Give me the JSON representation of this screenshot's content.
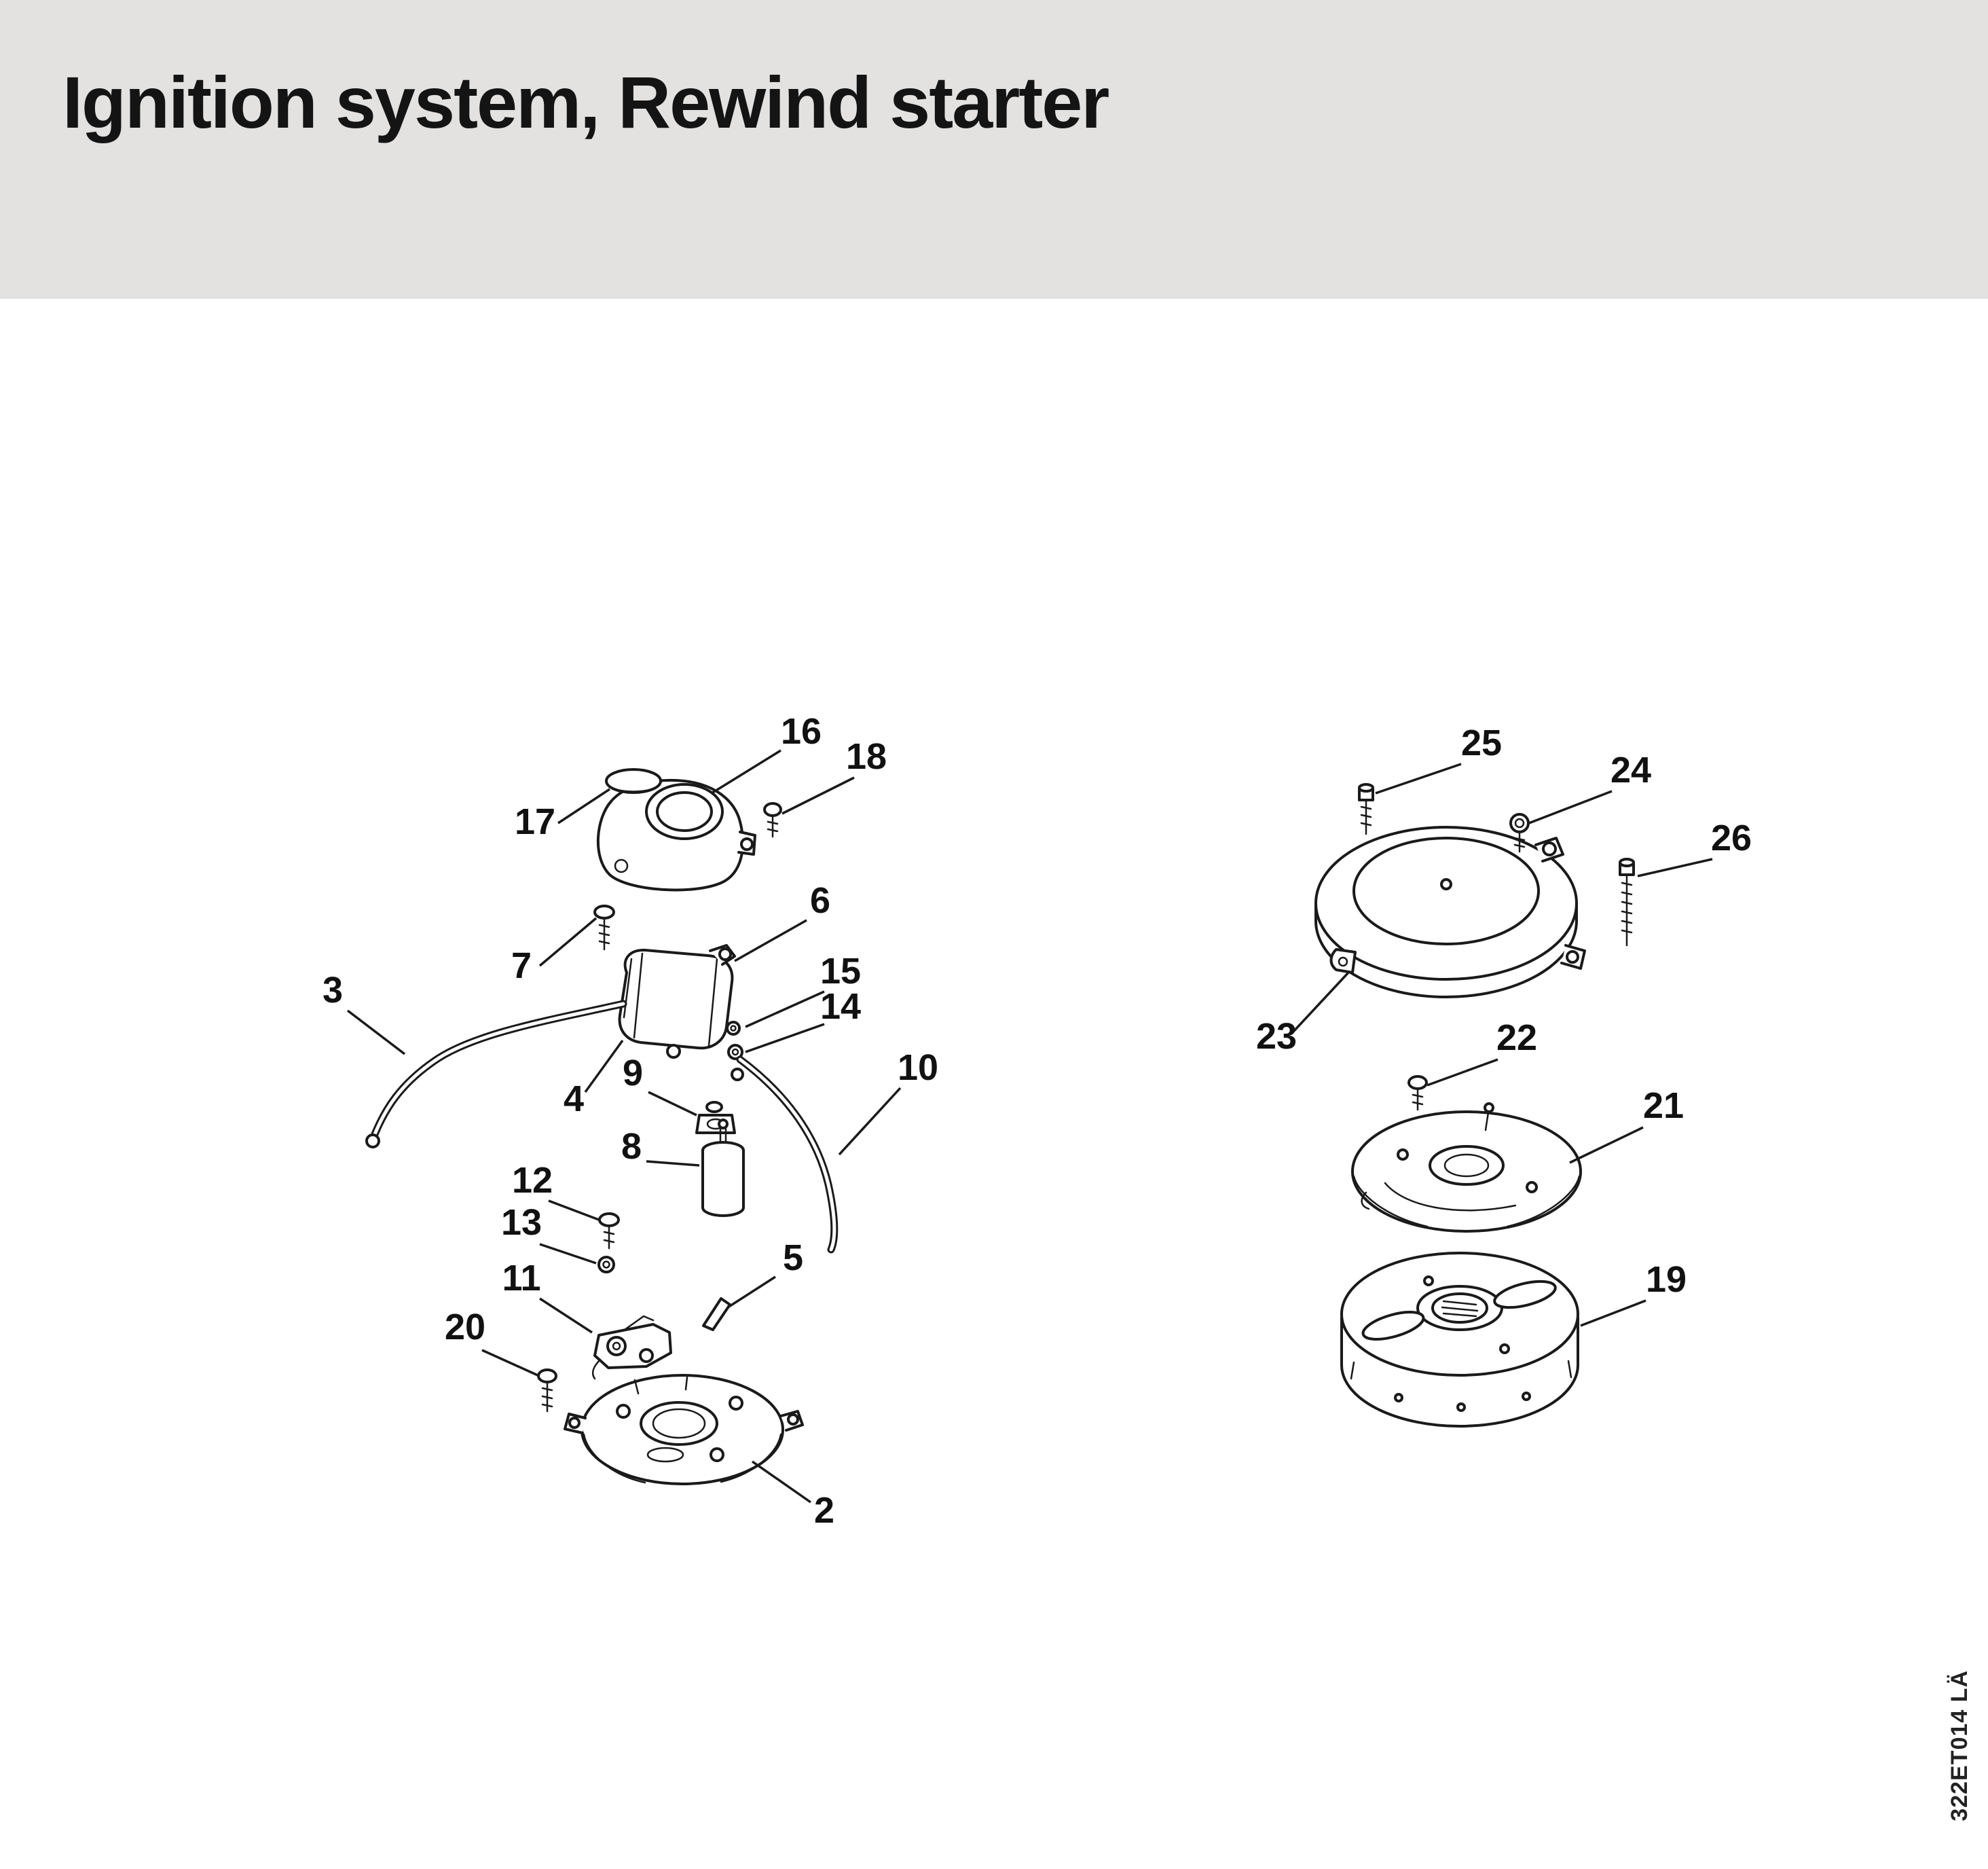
{
  "page": {
    "title": "Ignition system, Rewind starter",
    "watermark": "322ET014 LÄ",
    "colors": {
      "header_bg": "#e3e2e0",
      "ink": "#141414",
      "background": "#ffffff"
    }
  },
  "callouts": [
    {
      "num": "2"
    },
    {
      "num": "3"
    },
    {
      "num": "4"
    },
    {
      "num": "5"
    },
    {
      "num": "6"
    },
    {
      "num": "7"
    },
    {
      "num": "8"
    },
    {
      "num": "9"
    },
    {
      "num": "10"
    },
    {
      "num": "11"
    },
    {
      "num": "12"
    },
    {
      "num": "13"
    },
    {
      "num": "14"
    },
    {
      "num": "15"
    },
    {
      "num": "16"
    },
    {
      "num": "17"
    },
    {
      "num": "18"
    },
    {
      "num": "19"
    },
    {
      "num": "20"
    },
    {
      "num": "21"
    },
    {
      "num": "22"
    },
    {
      "num": "23"
    },
    {
      "num": "24"
    },
    {
      "num": "25"
    },
    {
      "num": "26"
    }
  ]
}
